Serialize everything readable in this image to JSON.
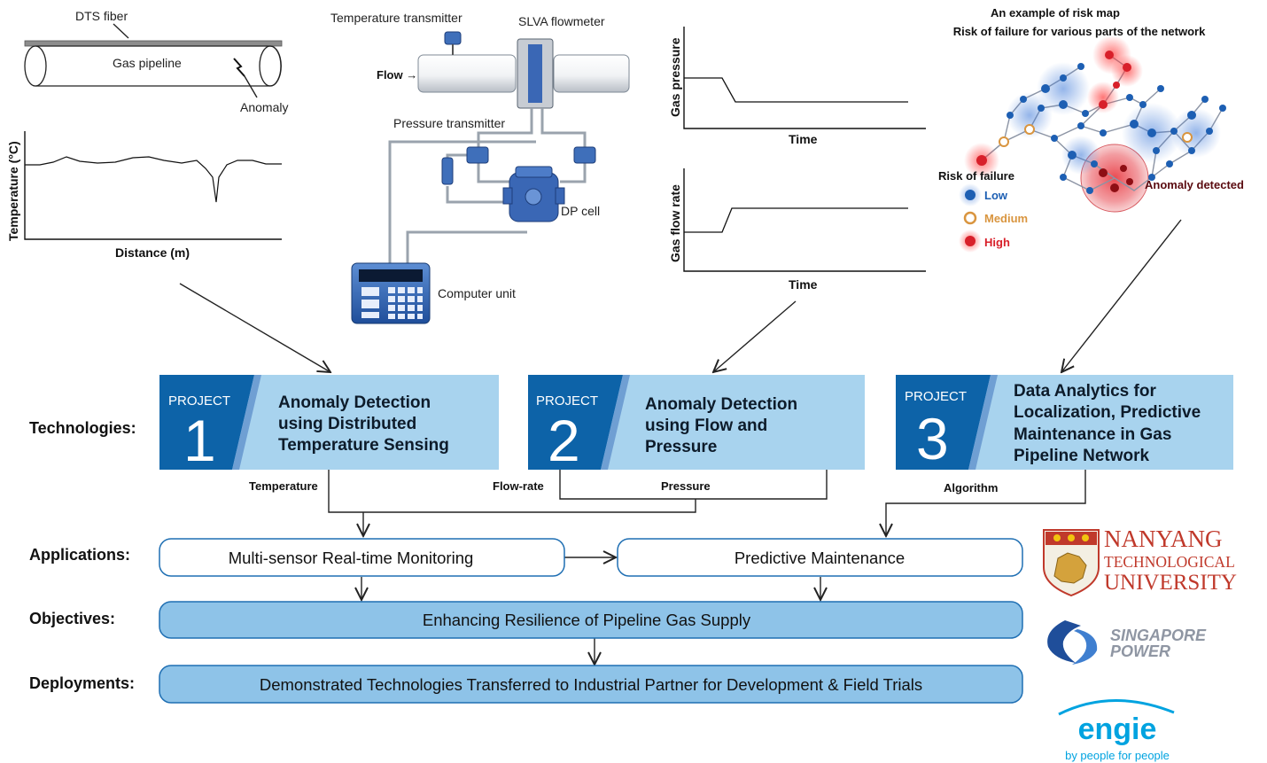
{
  "pipeline": {
    "fiber_label": "DTS fiber",
    "pipe_label": "Gas pipeline",
    "anomaly_label": "Anomaly",
    "ylabel": "Temperature (°C)",
    "xlabel": "Distance (m)"
  },
  "setup": {
    "temp_transmitter": "Temperature transmitter",
    "flowmeter": "SLVA flowmeter",
    "flow": "Flow →",
    "pressure_transmitter": "Pressure transmitter",
    "dp_cell": "DP cell",
    "computer_unit": "Computer unit"
  },
  "charts": {
    "pressure": {
      "ylabel": "Gas pressure",
      "xlabel": "Time"
    },
    "flow": {
      "ylabel": "Gas flow rate",
      "xlabel": "Time"
    }
  },
  "riskmap": {
    "title_line1": "An example of risk map",
    "title_line2": "Risk of failure for various parts of the network",
    "legend_title": "Risk of failure",
    "legend": [
      {
        "label": "Low",
        "color": "#1d5fb3"
      },
      {
        "label": "Medium",
        "color": "#d9953f"
      },
      {
        "label": "High",
        "color": "#d8202a"
      }
    ],
    "anomaly_label": "Anomaly detected"
  },
  "projects": [
    {
      "word": "PROJECT",
      "number": "1",
      "lines": [
        "Anomaly Detection",
        "using Distributed",
        "Temperature Sensing"
      ]
    },
    {
      "word": "PROJECT",
      "number": "2",
      "lines": [
        "Anomaly Detection",
        "using Flow and",
        "Pressure"
      ]
    },
    {
      "word": "PROJECT",
      "number": "3",
      "lines": [
        "Data Analytics for",
        "Localization, Predictive",
        "Maintenance in Gas",
        "Pipeline Network"
      ]
    }
  ],
  "outputs": {
    "temperature": "Temperature",
    "flowrate": "Flow-rate",
    "pressure": "Pressure",
    "algorithm": "Algorithm"
  },
  "rows": {
    "technologies": "Technologies:",
    "applications": "Applications:",
    "objectives": "Objectives:",
    "deployments": "Deployments:"
  },
  "boxes": {
    "monitoring": "Multi-sensor Real-time Monitoring",
    "maintenance": "Predictive Maintenance",
    "objective": "Enhancing Resilience of Pipeline Gas Supply",
    "deployment": "Demonstrated Technologies Transferred to Industrial Partner for Development & Field Trials"
  },
  "logos": {
    "ntu_line1": "NANYANG",
    "ntu_line2": "TECHNOLOGICAL",
    "ntu_line3": "UNIVERSITY",
    "sp_line1": "SINGAPORE",
    "sp_line2": "POWER",
    "engie": "engie",
    "engie_tagline": "by people for people"
  },
  "colors": {
    "project_dark": "#0d63a8",
    "project_light": "#a8d3ee",
    "box_fill": "#8ec3e8",
    "box_stroke": "#1f6fb3"
  }
}
